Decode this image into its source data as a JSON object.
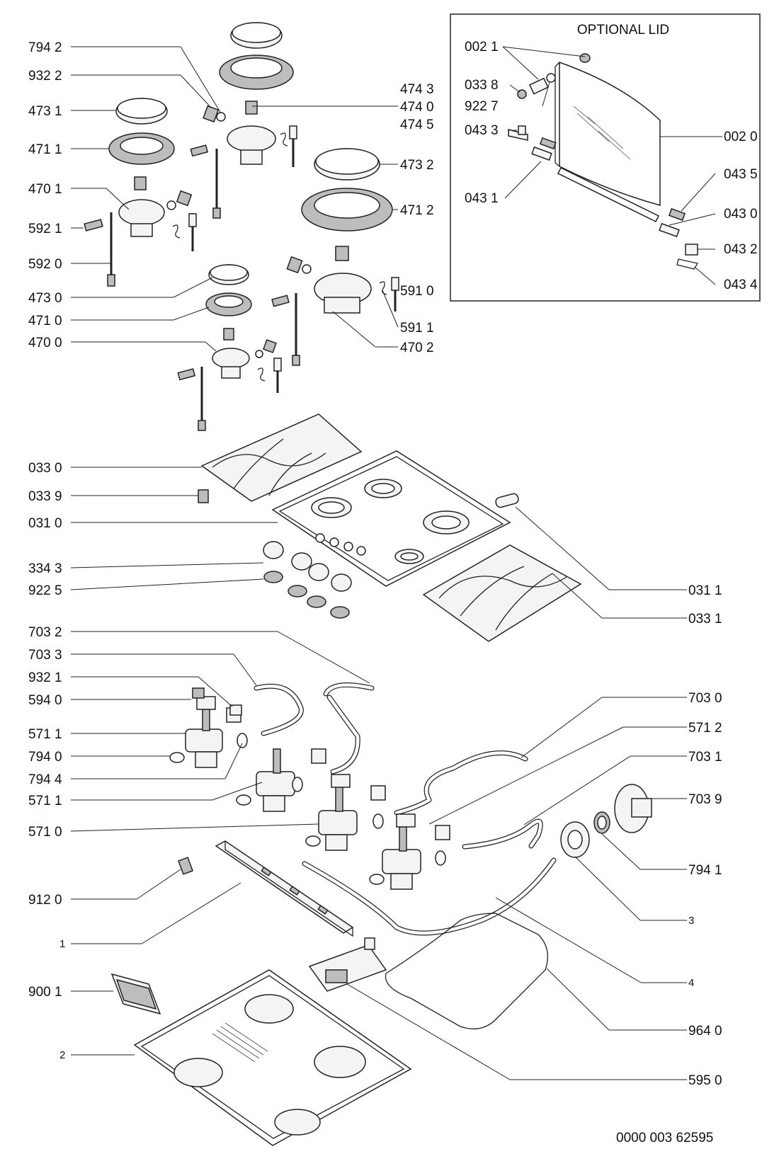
{
  "inset": {
    "title": "OPTIONAL LID"
  },
  "labels": {
    "l7942": "794 2",
    "l9322": "932 2",
    "l4731": "473 1",
    "l4711": "471 1",
    "l4701": "470 1",
    "l5921": "592 1",
    "l5920": "592 0",
    "l4730": "473 0",
    "l4710": "471 0",
    "l4700": "470 0",
    "l4743": "474 3",
    "l4740": "474 0",
    "l4745": "474 5",
    "l4732": "473 2",
    "l4712": "471 2",
    "l5910": "591 0",
    "l5911": "591 1",
    "l4702": "470 2",
    "l0021": "002 1",
    "l0338": "033 8",
    "l9227": "922 7",
    "l0433": "043 3",
    "l0431": "043 1",
    "l0020": "002 0",
    "l0435": "043 5",
    "l0430": "043 0",
    "l0432": "043 2",
    "l0434": "043 4",
    "l0330": "033 0",
    "l0339": "033 9",
    "l0310": "031 0",
    "l3343": "334 3",
    "l9225": "922 5",
    "l0311": "031 1",
    "l0331": "033 1",
    "l7032": "703 2",
    "l7033": "703 3",
    "l9321": "932 1",
    "l5940": "594 0",
    "l5711a": "571 1",
    "l7940": "794 0",
    "l7944": "794 4",
    "l5711b": "571 1",
    "l5710": "571 0",
    "l7030": "703 0",
    "l5712": "571 2",
    "l7031": "703 1",
    "l7039": "703 9",
    "l7941": "794 1",
    "l3": "3",
    "l9120": "912 0",
    "l1": "1",
    "l4": "4",
    "l9001": "900 1",
    "l9640": "964 0",
    "l2": "2",
    "l5950": "595 0"
  },
  "footer": {
    "doc_number": "0000 003 62595"
  }
}
